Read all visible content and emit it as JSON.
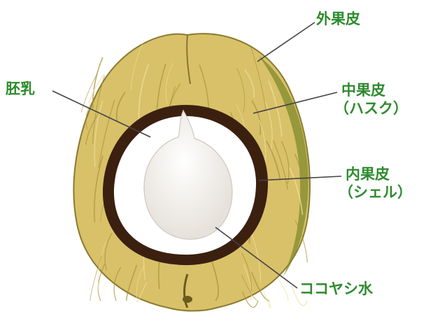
{
  "colors": {
    "label_text": "#2e8b2e",
    "leader_line": "#444444",
    "husk_fill": "#d9c169",
    "husk_fiber": "#a8903a",
    "husk_highlight": "#efe0a0",
    "exocarp_green": "#7d8a2c",
    "shell": "#3b2010",
    "endosperm": "#ffffff",
    "water": "#efebe6"
  },
  "labels": {
    "exocarp": "外果皮",
    "mesocarp_line1": "中果皮",
    "mesocarp_line2": "（ハスク）",
    "endocarp_line1": "内果皮",
    "endocarp_line2": "（シェル）",
    "endosperm": "胚乳",
    "coconut_water": "ココヤシ水"
  }
}
